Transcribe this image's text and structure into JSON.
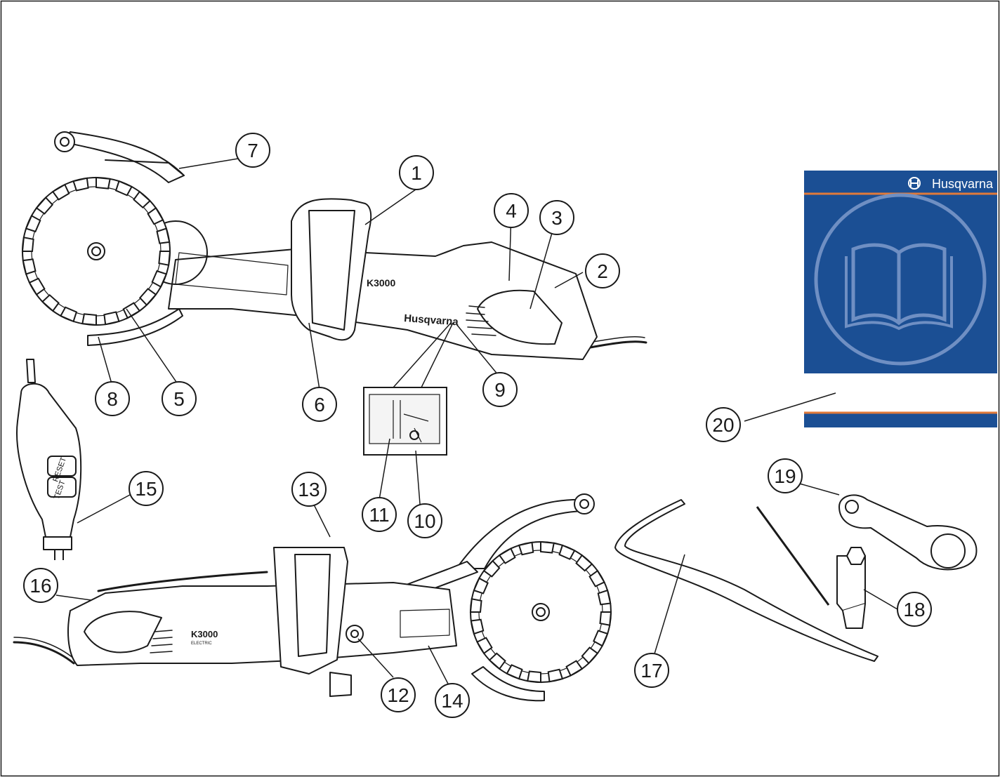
{
  "manual": {
    "brand": "Husqvarna"
  },
  "tool": {
    "model": "K3000",
    "model_sub": "ELECTRIC",
    "side_brand": "Husqvarna"
  },
  "prcd": {
    "reset": "RESET",
    "test": "TEST"
  },
  "callouts": [
    "1",
    "2",
    "3",
    "4",
    "5",
    "6",
    "7",
    "8",
    "9",
    "10",
    "11",
    "12",
    "13",
    "14",
    "15",
    "16",
    "17",
    "18",
    "19",
    "20"
  ],
  "colors": {
    "manual_blue": "#1b4f94",
    "manual_stripe": "#e07a3a",
    "ink": "#1a1a1a"
  }
}
